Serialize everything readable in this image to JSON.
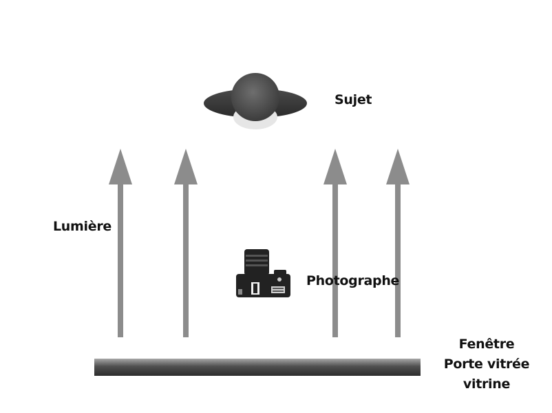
{
  "labels": {
    "subject": "Sujet",
    "light": "Lumière",
    "photographer": "Photographe",
    "window_lines": [
      "Fenêtre",
      "Porte vitrée",
      "vitrine"
    ]
  },
  "icons": {
    "subject": "person-top-view-icon",
    "photographer": "camera-icon",
    "light": "up-arrow-icon",
    "window": "window-bar"
  },
  "colors": {
    "arrow": "#8c8c8c",
    "subject_body": "#3a3a3a",
    "subject_head": "#555555",
    "camera": "#222222",
    "window_dark": "#3c3c3c",
    "window_light": "#9a9a9a"
  },
  "light_arrow_count": 4
}
